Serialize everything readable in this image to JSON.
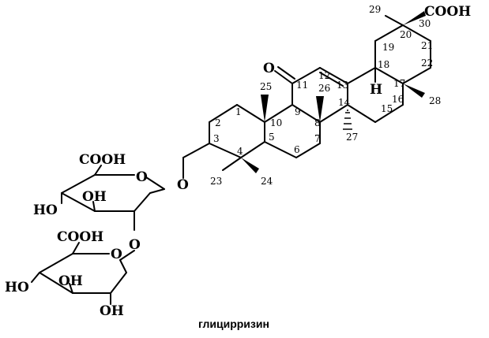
{
  "caption": "глицирризин",
  "groups": {
    "cooh_top": "COOH",
    "oxo": "O",
    "h": "H",
    "o_link": "O",
    "ring_o1": "O",
    "ring_o2": "O",
    "link_o2": "O",
    "cooh_s1": "COOH",
    "cooh_s2": "COOH",
    "oh1": "OH",
    "ho1": "HO",
    "oh2": "OH",
    "ho2": "HO",
    "oh3": "OH"
  },
  "numbers": {
    "n1": "1",
    "n2": "2",
    "n3": "3",
    "n4": "4",
    "n5": "5",
    "n6": "6",
    "n7": "7",
    "n8": "8",
    "n9": "9",
    "n10": "10",
    "n11": "11",
    "n12": "12",
    "n13": "13",
    "n14": "14",
    "n15": "15",
    "n16": "16",
    "n17": "17",
    "n18": "18",
    "n19": "19",
    "n20": "20",
    "n21": "21",
    "n22": "22",
    "n23": "23",
    "n24": "24",
    "n25": "25",
    "n26": "26",
    "n27": "27",
    "n28": "28",
    "n29": "29",
    "n30": "30"
  }
}
